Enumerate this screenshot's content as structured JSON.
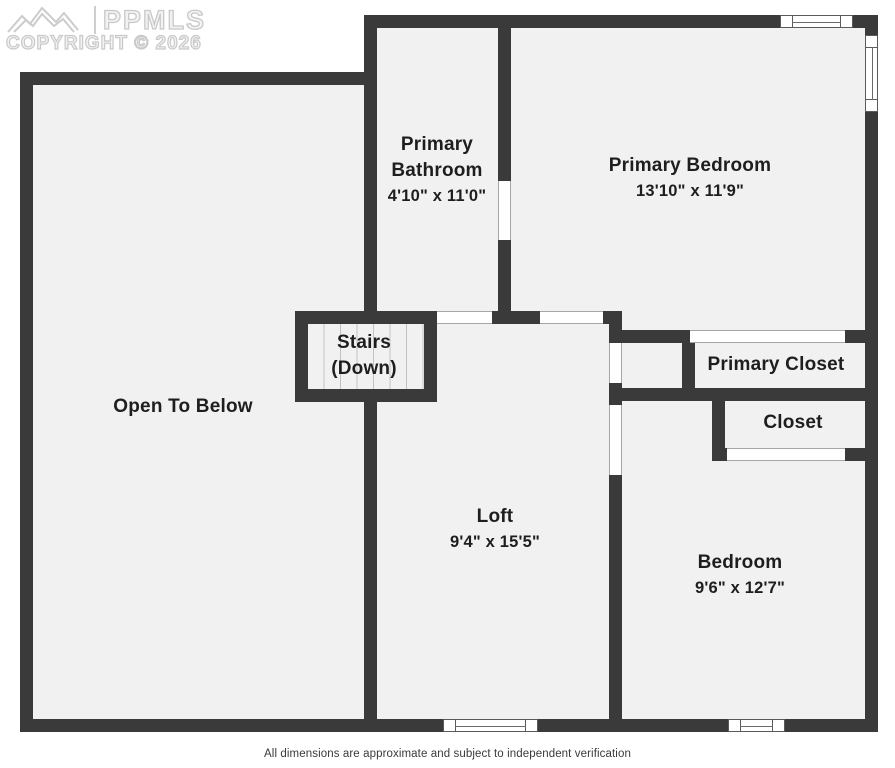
{
  "watermark": {
    "brand": "PPMLS",
    "copyright": "COPYRIGHT © 2026",
    "logo": "mountain-logo"
  },
  "rooms": {
    "primary_bathroom": {
      "name": "Primary Bathroom",
      "dims": "4'10\" x 11'0\""
    },
    "primary_bedroom": {
      "name": "Primary Bedroom",
      "dims": "13'10\" x 11'9\""
    },
    "stairs": {
      "name": "Stairs (Down)"
    },
    "open_to_below": {
      "name": "Open To Below"
    },
    "primary_closet": {
      "name": "Primary Closet"
    },
    "closet": {
      "name": "Closet"
    },
    "loft": {
      "name": "Loft",
      "dims": "9'4\" x 15'5\""
    },
    "bedroom": {
      "name": "Bedroom",
      "dims": "9'6\" x 12'7\""
    }
  },
  "footer": {
    "disclaimer": "All dimensions are approximate and subject to independent verification"
  },
  "colors": {
    "wall": "#3a3a3a",
    "room_fill": "#f1f1f1",
    "background": "#ffffff",
    "watermark_gray": "#c9c9c9"
  }
}
